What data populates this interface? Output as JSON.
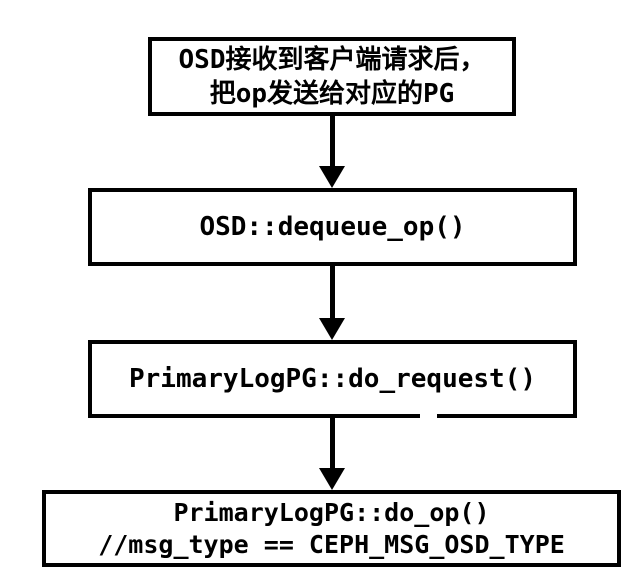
{
  "page": {
    "background_color": "#ffffff",
    "stroke_color": "#000000"
  },
  "diagram": {
    "type": "flowchart",
    "direction": "top-down",
    "nodes": [
      {
        "id": "receive",
        "lines": [
          "OSD接收到客户端请求后，",
          "把op发送给对应的PG"
        ]
      },
      {
        "id": "dequeue-op",
        "lines": [
          "OSD::dequeue_op()"
        ]
      },
      {
        "id": "do-request",
        "lines": [
          "PrimaryLogPG::do_request()"
        ]
      },
      {
        "id": "do-op",
        "lines": [
          "PrimaryLogPG::do_op()",
          "//msg_type == CEPH_MSG_OSD_TYPE"
        ]
      }
    ],
    "edges": [
      {
        "from": "receive",
        "to": "dequeue-op"
      },
      {
        "from": "dequeue-op",
        "to": "do-request"
      },
      {
        "from": "do-request",
        "to": "do-op"
      }
    ]
  }
}
